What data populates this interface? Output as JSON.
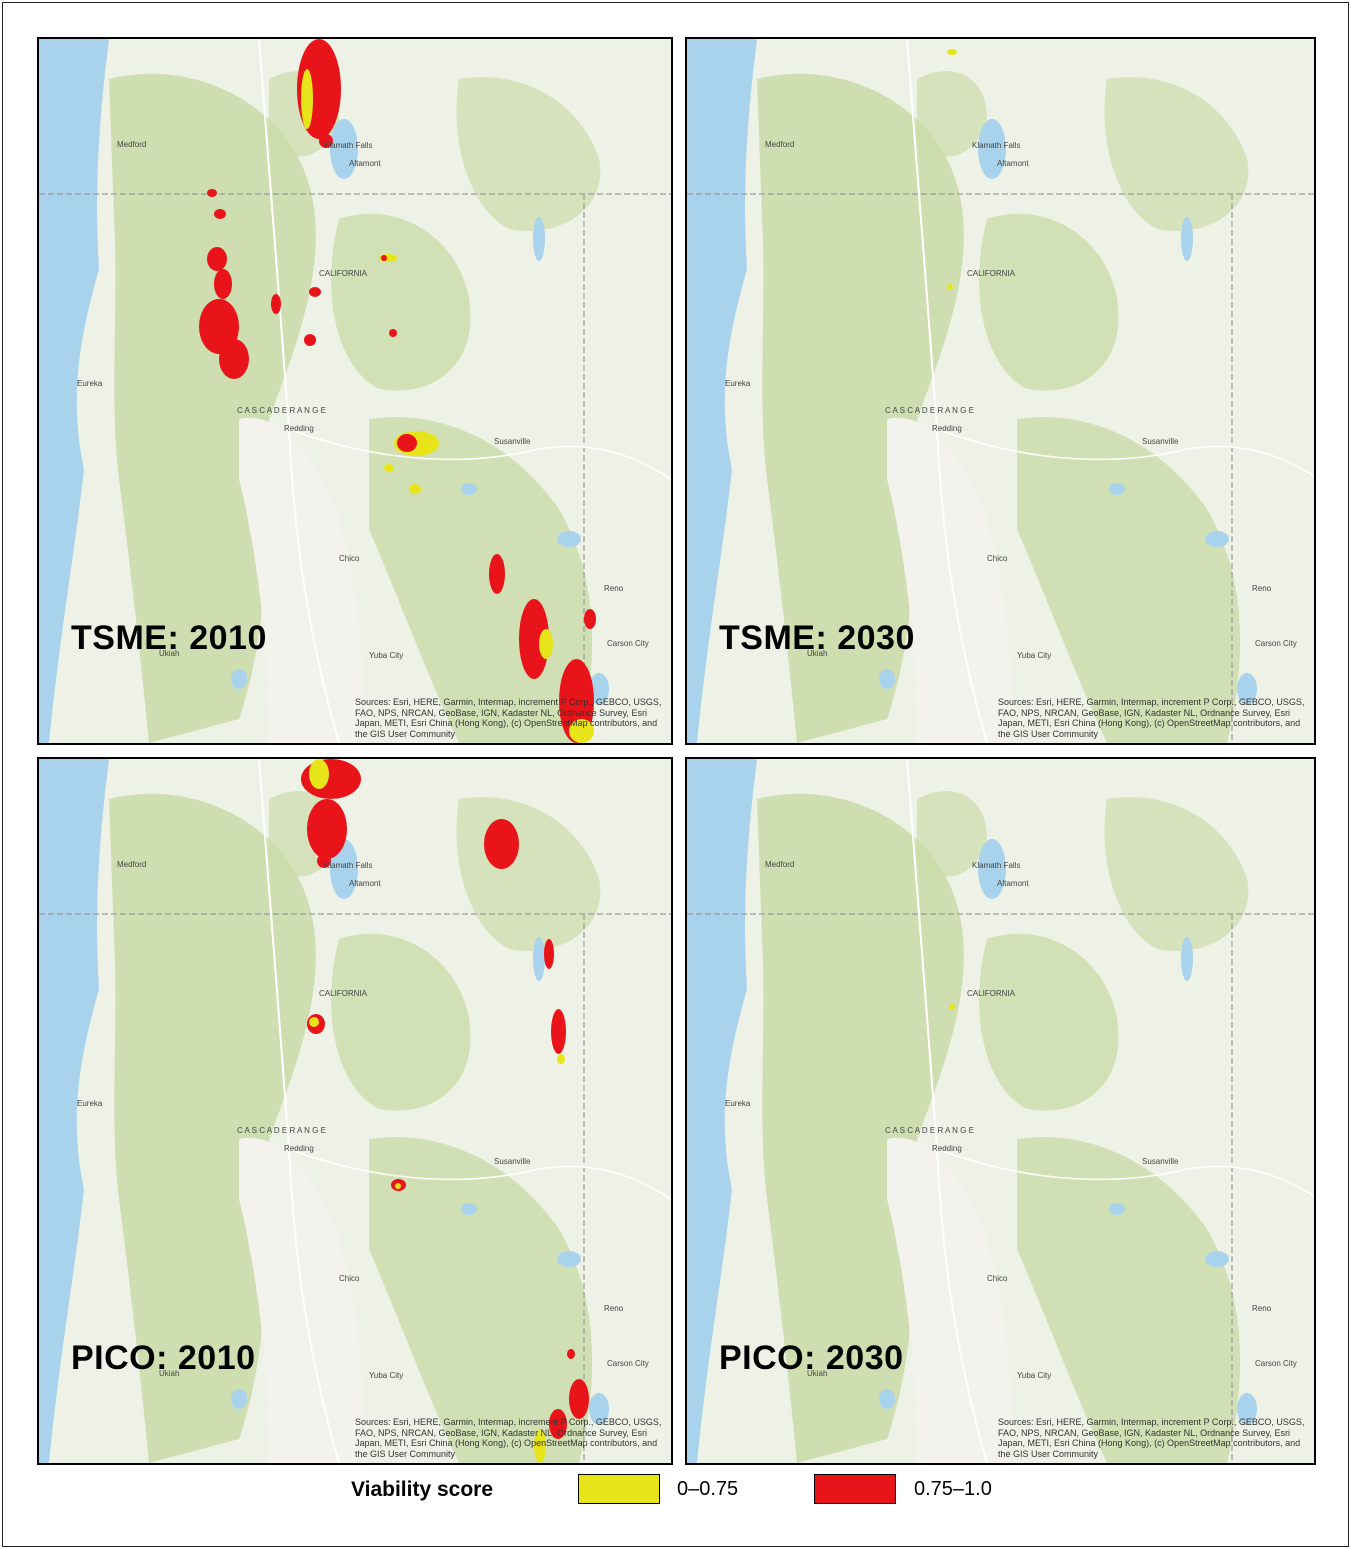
{
  "panels": [
    {
      "label": "TSME: 2010"
    },
    {
      "label": "TSME: 2030"
    },
    {
      "label": "PICO: 2010"
    },
    {
      "label": "PICO: 2030"
    }
  ],
  "attribution": "Sources: Esri, HERE, Garmin, Intermap, increment P Corp., GEBCO, USGS, FAO, NPS, NRCAN, GeoBase, IGN, Kadaster NL, Ordnance Survey, Esri Japan, METI, Esri China (Hong Kong), (c) OpenStreetMap contributors, and the GIS User Community",
  "places": {
    "medford": "Medford",
    "klamath_falls": "Klamath Falls",
    "altamont": "Altamont",
    "eureka": "Eureka",
    "redding": "Redding",
    "susanville": "Susanville",
    "chico": "Chico",
    "reno": "Reno",
    "carson_city": "Carson City",
    "yuba_city": "Yuba City",
    "ukiah": "Ukiah",
    "california": "CALIFORNIA",
    "cascade_range": "C A S C A D E   R A N G E"
  },
  "legend": {
    "title": "Viability score",
    "items": [
      {
        "label": "0–0.75",
        "color": "#e8e41a"
      },
      {
        "label": "0.75–1.0",
        "color": "#e8141a"
      }
    ]
  },
  "colors": {
    "land": "#eef1e6",
    "forest": "#cbdcaa",
    "water": "#a9d2ec",
    "yellow": "#e8e41a",
    "red": "#e8141a"
  }
}
